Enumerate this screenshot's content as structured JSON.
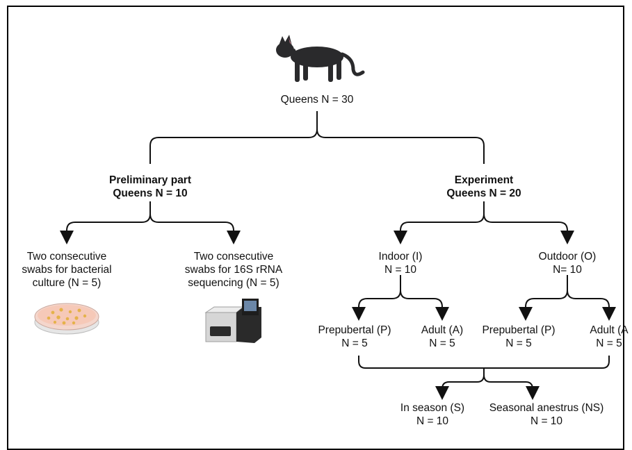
{
  "root": {
    "line1": "Queens N = 30"
  },
  "preliminary": {
    "title": "Preliminary part",
    "count": "Queens N = 10"
  },
  "experiment": {
    "title": "Experiment",
    "count": "Queens N = 20"
  },
  "culture": {
    "line1": "Two consecutive",
    "line2": "swabs for bacterial",
    "line3": "culture (N = 5)"
  },
  "sequencing": {
    "line1": "Two consecutive",
    "line2": "swabs for 16S rRNA",
    "line3": "sequencing  (N = 5)"
  },
  "indoor": {
    "line1": "Indoor (I)",
    "line2": "N = 10"
  },
  "outdoor": {
    "line1": "Outdoor (O)",
    "line2": "N= 10"
  },
  "indoor_prepubertal": {
    "line1": "Prepubertal (P)",
    "line2": "N = 5"
  },
  "indoor_adult": {
    "line1": "Adult (A)",
    "line2": "N = 5"
  },
  "outdoor_prepubertal": {
    "line1": "Prepubertal (P)",
    "line2": "N = 5"
  },
  "outdoor_adult": {
    "line1": "Adult (A",
    "line2": "N = 5"
  },
  "in_season": {
    "line1": "In season (S)",
    "line2": "N = 10"
  },
  "anestrus": {
    "line1": "Seasonal anestrus (NS)",
    "line2": "N = 10"
  },
  "icons": [
    "cat-icon",
    "petri-dish-icon",
    "sequencer-icon"
  ]
}
